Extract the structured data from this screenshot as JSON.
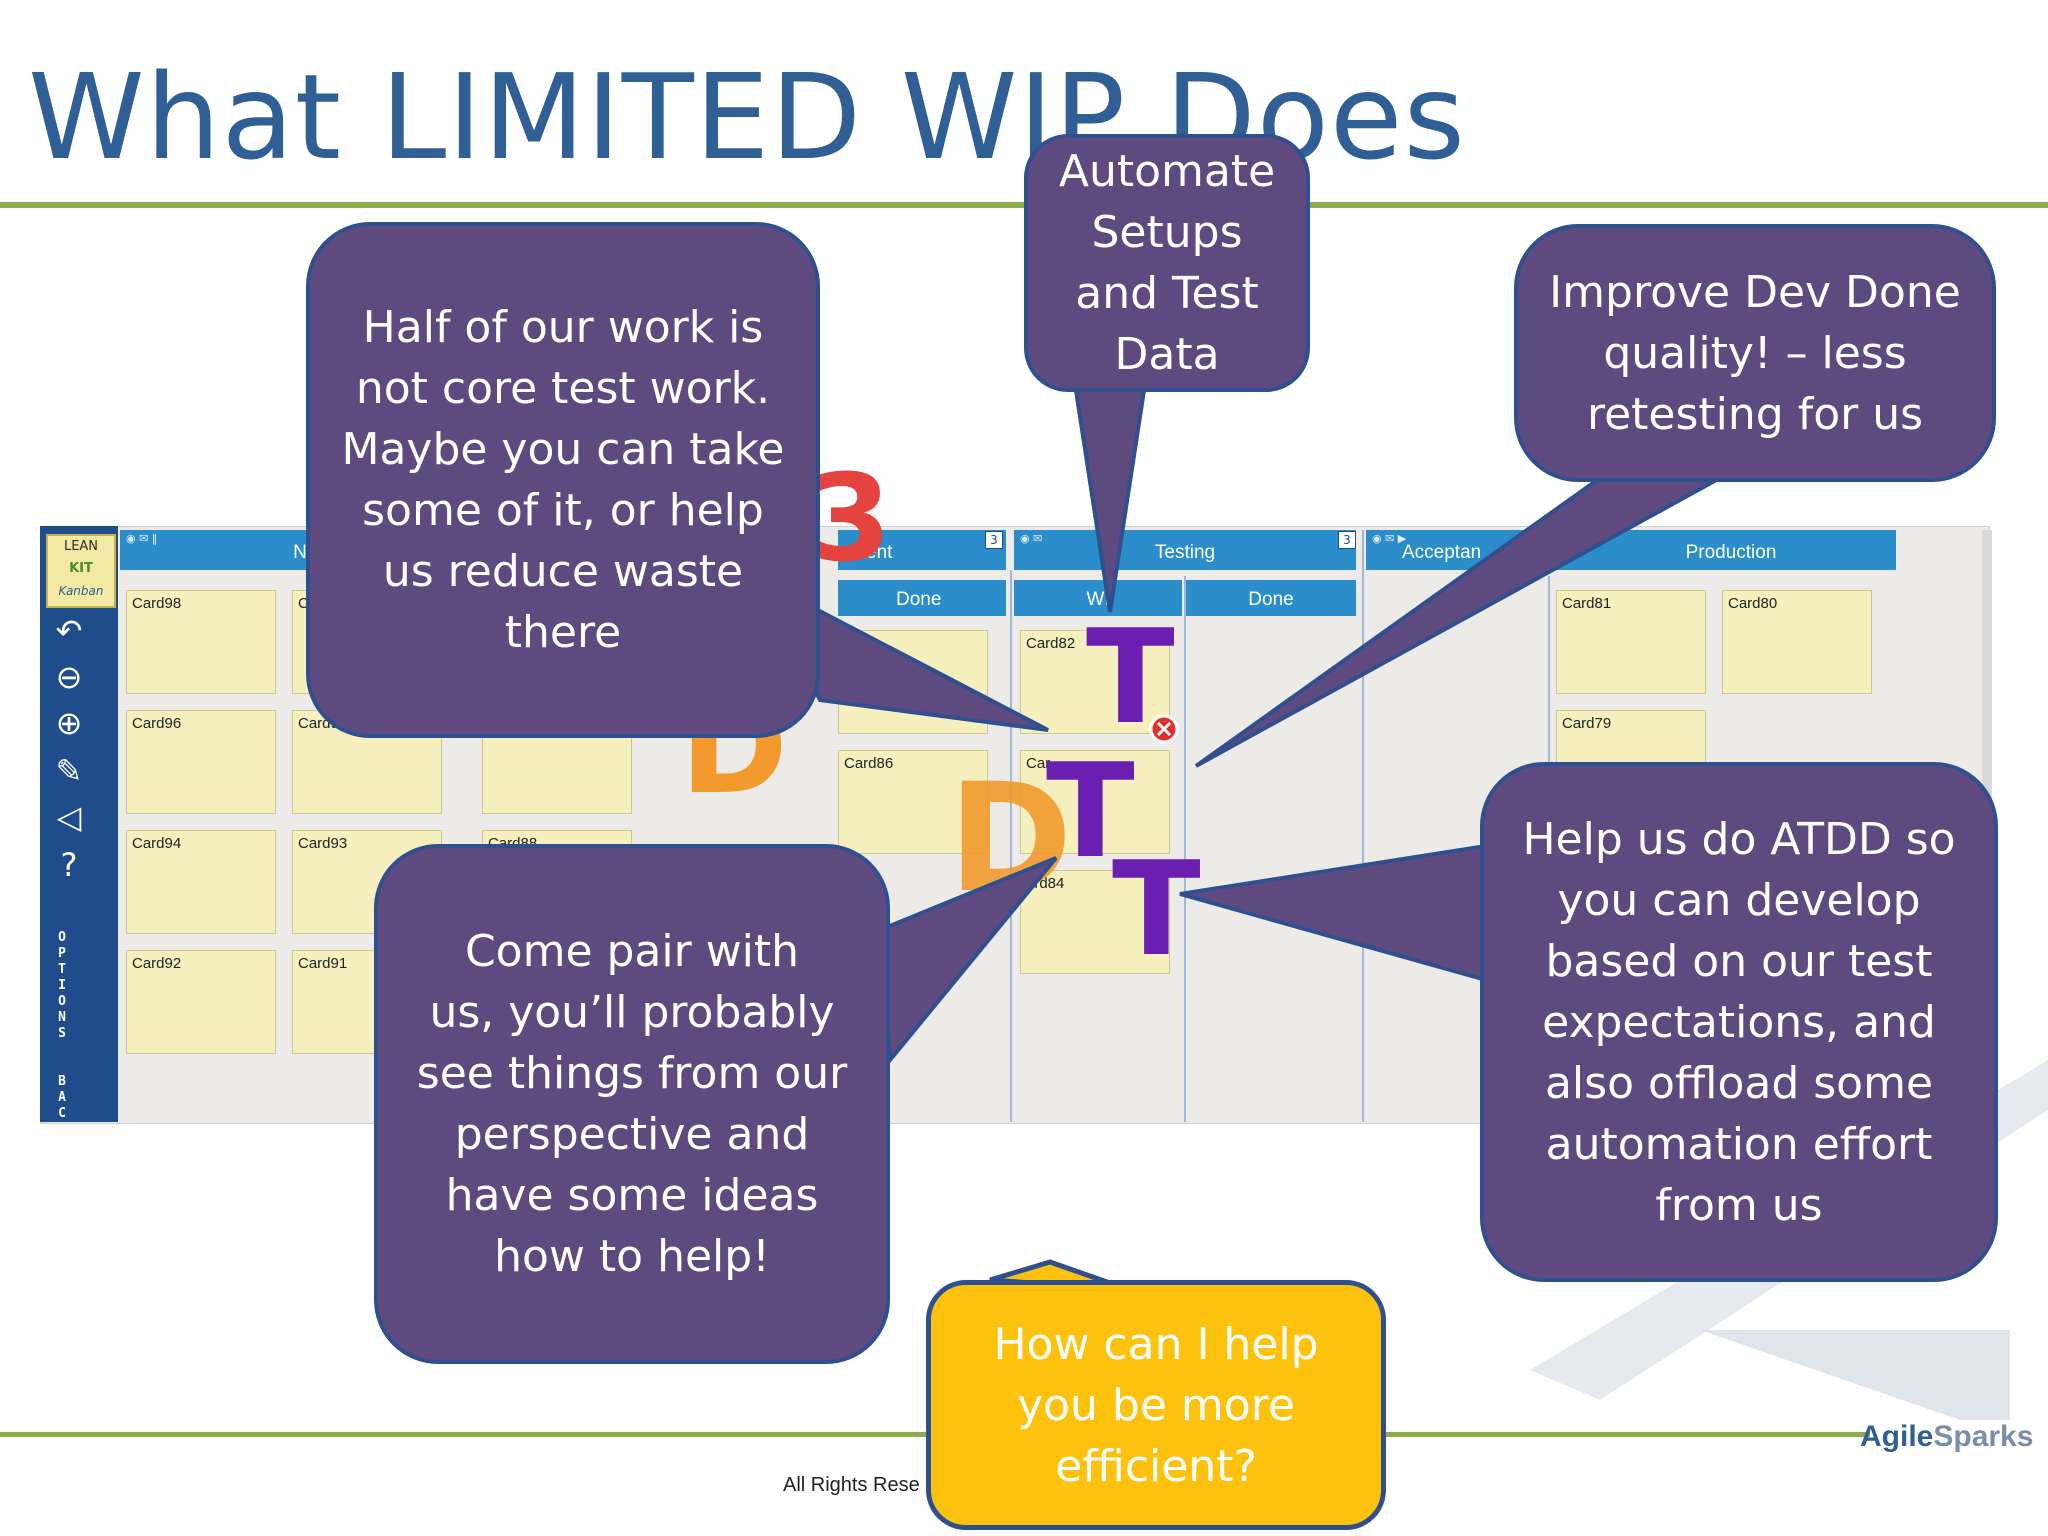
{
  "slide": {
    "title": "What LIMITED WIP Does",
    "footer": "All Rights Rese",
    "brand": {
      "part1": "Agile",
      "part2": "Sparks"
    }
  },
  "app": {
    "logo_top": "LEAN",
    "logo_mid": "KIT",
    "logo_bottom": "Kanban",
    "side_icons": [
      "undo-icon",
      "zoom-out-icon",
      "zoom-in-icon",
      "edit-list-icon",
      "announce-icon",
      "help-icon"
    ],
    "side_glyphs": [
      "↶",
      "⊖",
      "⊕",
      "✎",
      "◁",
      "?"
    ],
    "options_label": [
      "O",
      "P",
      "T",
      "I",
      "O",
      "N",
      "S"
    ],
    "back_label": [
      "B",
      "A",
      "C"
    ],
    "columns": {
      "next": "Nex",
      "dev_header": "ent",
      "dev_done": "Done",
      "dev_limit": "3",
      "testing": "Testing",
      "testing_limit": "3",
      "testing_wip": "WI",
      "testing_done": "Done",
      "acceptance": "Acceptan",
      "production": "Production"
    },
    "cards": {
      "next": [
        [
          "Card98",
          "C"
        ],
        [
          "Card96",
          "Card9"
        ],
        [
          "Card94",
          "Card93",
          "Card88"
        ],
        [
          "Card92",
          "Card91"
        ]
      ],
      "dev_done": [
        "Card86"
      ],
      "testing_wip": [
        "Card82",
        "Car",
        "ard84"
      ],
      "production": [
        "Card81",
        "Card80",
        "Card79"
      ]
    },
    "board_glyphs": {
      "big_t": "T",
      "big_d": "D",
      "big_3": "3"
    }
  },
  "bubbles": {
    "half_work": [
      "Half of our work is",
      "not core test work.",
      "Maybe you can take",
      "some of it, or help",
      "us reduce waste",
      "there"
    ],
    "automate": [
      "Automate",
      "Setups",
      "and Test",
      "Data"
    ],
    "improve": [
      "Improve Dev Done",
      "quality! – less",
      "retesting for us"
    ],
    "pair": [
      "Come pair with",
      "us, you’ll probably",
      "see things from our",
      "perspective and",
      "have some ideas",
      "how to help!"
    ],
    "atdd": [
      "Help us do ATDD so",
      "you can develop",
      "based on our test",
      "expectations, and",
      "also offload some",
      "automation effort",
      "from us"
    ],
    "question": [
      "How can I help",
      "you be more",
      "efficient?"
    ]
  },
  "colors": {
    "title": "#2f5f95",
    "bubble_fill": "#5e4a7e",
    "bubble_border": "#2f4f8f",
    "question_fill": "#fdc20e",
    "rule": "#8fac4a",
    "column_header": "#2b8dc9",
    "card": "#f5f0bd"
  }
}
